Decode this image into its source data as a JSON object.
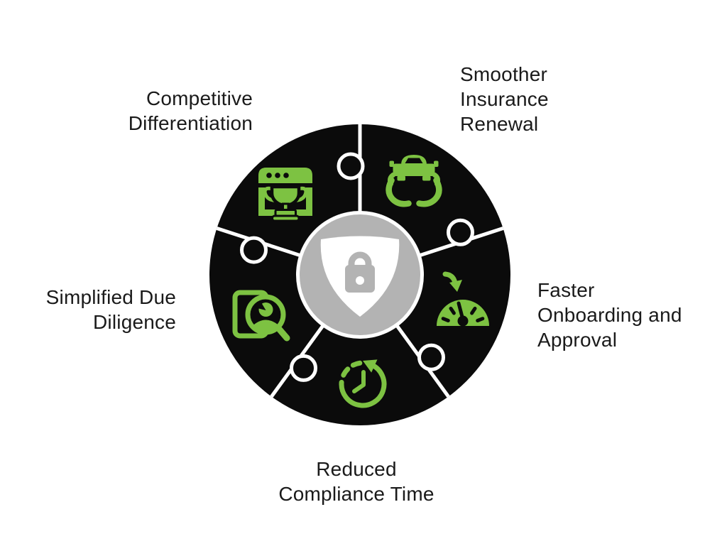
{
  "diagram": {
    "type": "puzzle-wheel",
    "center": {
      "icon": "shield-lock-icon"
    },
    "segments": [
      {
        "id": "competitive-differentiation",
        "label": "Competitive\nDifferentiation",
        "icon": "trophy-browser-icon"
      },
      {
        "id": "smoother-insurance-renewal",
        "label": "Smoother\nInsurance\nRenewal",
        "icon": "car-in-hands-icon"
      },
      {
        "id": "faster-onboarding-approval",
        "label": "Faster\nOnboarding and\nApproval",
        "icon": "speedometer-arrow-icon"
      },
      {
        "id": "reduced-compliance-time",
        "label": "Reduced\nCompliance Time",
        "icon": "clock-refresh-icon"
      },
      {
        "id": "simplified-due-diligence",
        "label": "Simplified Due\nDiligence",
        "icon": "document-person-search-icon"
      }
    ],
    "colors": {
      "accent": "#7DC242",
      "wheel": "#0B0B0B",
      "center_circle": "#B3B3B3",
      "lock": "#B3B3B3",
      "shield": "#FFFFFF",
      "divider": "#FFFFFF",
      "text": "#1A1A1A",
      "background": "#FFFFFF"
    }
  }
}
